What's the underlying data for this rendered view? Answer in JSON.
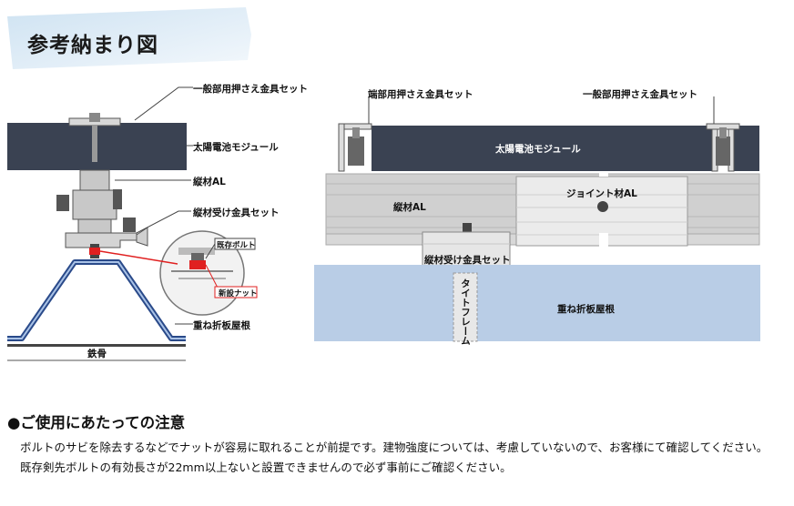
{
  "title": "参考納まり図",
  "left_diagram": {
    "labels": {
      "press_set": "一般部用押さえ金具セット",
      "module": "太陽電池モジュール",
      "rail": "縦材AL",
      "rail_bracket": "縦材受け金具セット",
      "existing_bolt": "既存ボルト",
      "new_nut": "新設ナット",
      "roof": "重ね折板屋根",
      "steel": "鉄骨"
    }
  },
  "right_diagram": {
    "labels": {
      "end_press": "端部用押さえ金具セット",
      "general_press": "一般部用押さえ金具セット",
      "module": "太陽電池モジュール",
      "joint": "ジョイント材AL",
      "rail": "縦材AL",
      "rail_bracket": "縦材受け金具セット",
      "tight_frame": "タイトフレーム",
      "roof": "重ね折板屋根"
    }
  },
  "notes": {
    "heading": "●ご使用にあたっての注意",
    "line1": "ボルトのサビを除去するなどでナットが容易に取れることが前提です。建物強度については、考慮していないので、お客様にて確認してください。",
    "line2": "既存剣先ボルトの有効長さが22mm以上ないと設置できませんので必ず事前にご確認ください。"
  },
  "colors": {
    "module": "#3a4252",
    "roof_blue": "#b9cde6",
    "roof_stroke": "#2a4a8a",
    "rail_gray": "#d0d0d0",
    "accent_red": "#e02020"
  }
}
